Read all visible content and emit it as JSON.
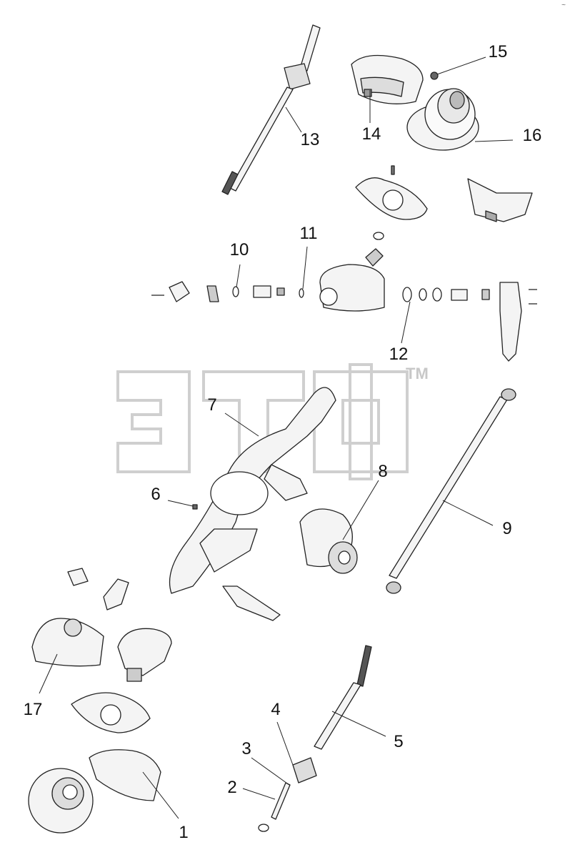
{
  "watermark": {
    "trademark": "TM",
    "color": "#c8c8c8"
  },
  "corner_mark": "~",
  "callouts": [
    {
      "id": "1",
      "label": "1"
    },
    {
      "id": "2",
      "label": "2"
    },
    {
      "id": "3",
      "label": "3"
    },
    {
      "id": "4",
      "label": "4"
    },
    {
      "id": "5",
      "label": "5"
    },
    {
      "id": "6",
      "label": "6"
    },
    {
      "id": "7",
      "label": "7"
    },
    {
      "id": "8",
      "label": "8"
    },
    {
      "id": "9",
      "label": "9"
    },
    {
      "id": "10",
      "label": "10"
    },
    {
      "id": "11",
      "label": "11"
    },
    {
      "id": "12",
      "label": "12"
    },
    {
      "id": "13",
      "label": "13"
    },
    {
      "id": "14",
      "label": "14"
    },
    {
      "id": "15",
      "label": "15"
    },
    {
      "id": "16",
      "label": "16"
    },
    {
      "id": "17",
      "label": "17"
    }
  ],
  "line_color": "#222222",
  "part_fill": "#f4f4f4",
  "shade_fill": "#bdbdbd"
}
